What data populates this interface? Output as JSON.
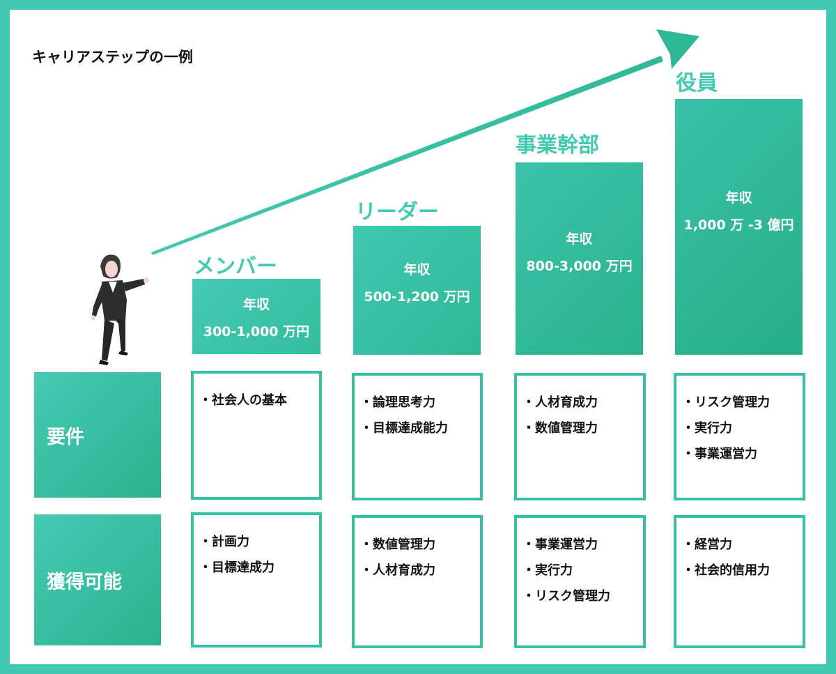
{
  "title": "キャリアステップの一例",
  "colors": {
    "accent": "#43c9b1",
    "accent_dark": "#2bb28e",
    "text": "#111111"
  },
  "icons": {
    "arrow": "growth-arrow-icon",
    "figure": "person-pointing-icon"
  },
  "levels": [
    {
      "name": "メンバー",
      "salary_label": "年収",
      "salary_range": "300-1,000 万円"
    },
    {
      "name": "リーダー",
      "salary_label": "年収",
      "salary_range": "500-1,200 万円"
    },
    {
      "name": "事業幹部",
      "salary_label": "年収",
      "salary_range": "800-3,000 万円"
    },
    {
      "name": "役員",
      "salary_label": "年収",
      "salary_range": "1,000 万 -3 億円"
    }
  ],
  "rows": {
    "requirements": {
      "label": "要件",
      "items": [
        [
          "社会人の基本"
        ],
        [
          "論理思考力",
          "目標達成能力"
        ],
        [
          "人材育成力",
          "数値管理力"
        ],
        [
          "リスク管理力",
          "実行力",
          "事業運営力"
        ]
      ]
    },
    "acquirable": {
      "label": "獲得可能",
      "items": [
        [
          "計画力",
          "目標達成力"
        ],
        [
          "数値管理力",
          "人材育成力"
        ],
        [
          "事業運営力",
          "実行力",
          "リスク管理力"
        ],
        [
          "経営力",
          "社会的信用力"
        ]
      ]
    }
  },
  "bullet": "・"
}
